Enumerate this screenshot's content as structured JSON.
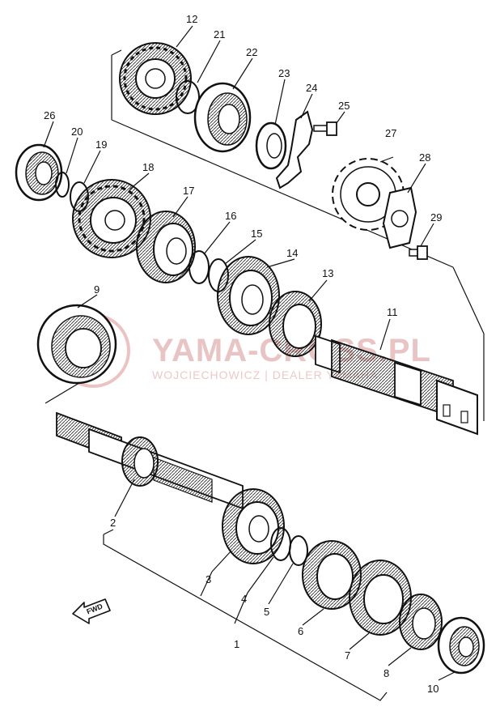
{
  "watermark": {
    "brand": "YAMA-CROSS.PL",
    "subtitle": "WOJCIECHOWICZ | DEALER YAMAHA"
  },
  "direction_label": "FWD",
  "callouts": [
    "1",
    "2",
    "3",
    "4",
    "5",
    "6",
    "7",
    "8",
    "9",
    "10",
    "11",
    "12",
    "13",
    "14",
    "15",
    "16",
    "17",
    "18",
    "19",
    "20",
    "21",
    "22",
    "23",
    "24",
    "25",
    "26",
    "27",
    "28",
    "29"
  ]
}
